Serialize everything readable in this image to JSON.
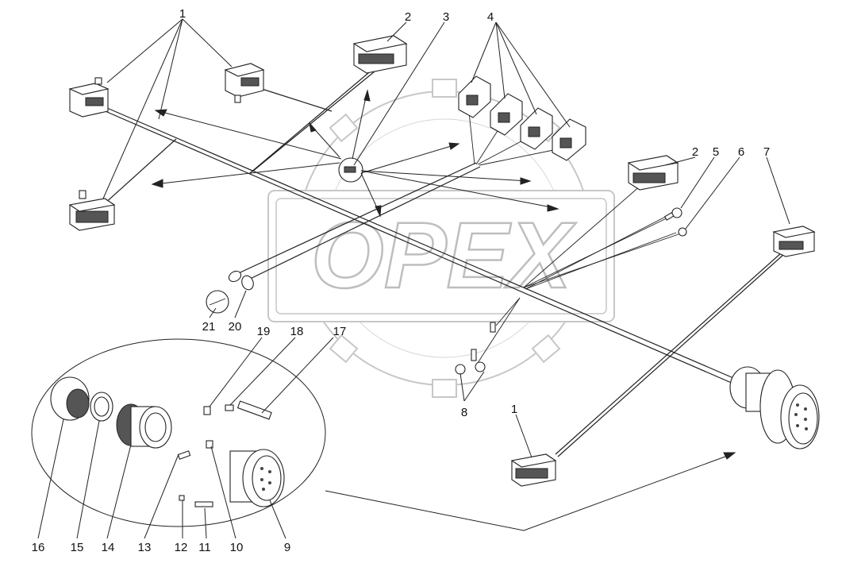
{
  "watermark": {
    "text": "OPEX"
  },
  "callouts": {
    "c1": "1",
    "c2": "2",
    "c3": "3",
    "c4": "4",
    "c5": "5",
    "c6": "6",
    "c7": "7",
    "c8": "8",
    "c9": "9",
    "c10": "10",
    "c11": "11",
    "c12": "12",
    "c13": "13",
    "c14": "14",
    "c15": "15",
    "c16": "16",
    "c17": "17",
    "c18": "18",
    "c19": "19",
    "c20": "20",
    "c21": "21",
    "c1b": "1",
    "c2b": "2"
  },
  "colors": {
    "line": "#222222",
    "watermark": "#9a9a9a",
    "background": "#ffffff"
  }
}
